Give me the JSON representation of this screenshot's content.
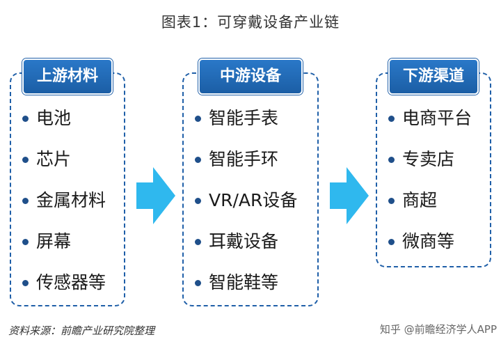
{
  "title": "图表1：可穿戴设备产业链",
  "columns": [
    {
      "header": "上游材料",
      "items": [
        "电池",
        "芯片",
        "金属材料",
        "屏幕",
        "传感器等"
      ]
    },
    {
      "header": "中游设备",
      "items": [
        "智能手表",
        "智能手环",
        "VR/AR设备",
        "耳戴设备",
        "智能鞋等"
      ]
    },
    {
      "header": "下游渠道",
      "items": [
        "电商平台",
        "专卖店",
        "商超",
        "微商等"
      ]
    }
  ],
  "source": "资料来源：前瞻产业研究院整理",
  "watermark": "知乎 @前瞻经济学人APP",
  "colors": {
    "header_blue": "#1f5fa8",
    "arrow_blue": "#2fb8ee",
    "bullet": "#1f4f8a"
  }
}
